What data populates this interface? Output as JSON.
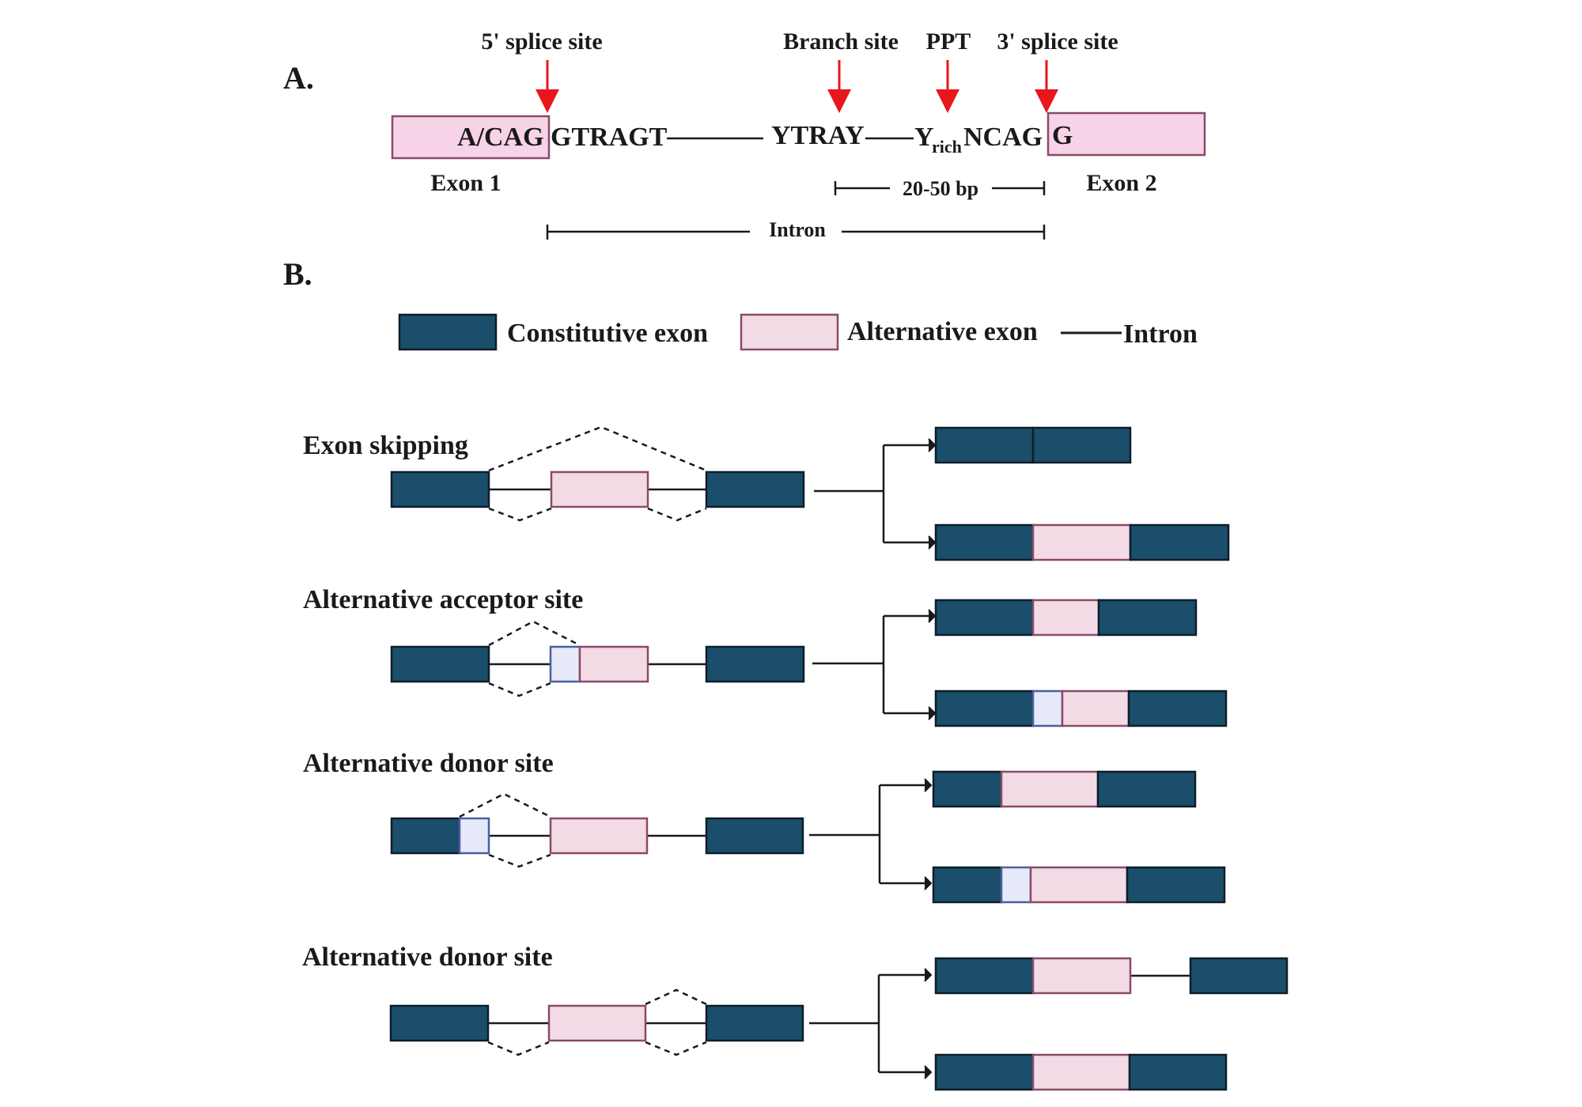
{
  "panelA": {
    "label": "A.",
    "site_labels": {
      "five_prime": "5' splice site",
      "branch": "Branch site",
      "ppt": "PPT",
      "three_prime": "3' splice site"
    },
    "seq": {
      "exon1_end": "A/CAG",
      "donor": "GTRAGT",
      "branch": "YTRAY",
      "y": "Y",
      "rich": "rich",
      "acceptor": "NCAG",
      "exon2_start": "G"
    },
    "exon1": "Exon 1",
    "exon2": "Exon 2",
    "distance": "20-50 bp",
    "intron": "Intron"
  },
  "panelB": {
    "label": "B.",
    "legend": {
      "constitutive": "Constitutive exon",
      "alternative": "Alternative exon",
      "intron": "Intron"
    },
    "events": [
      "Exon skipping",
      "Alternative acceptor site",
      "Alternative donor site",
      "Alternative donor site"
    ]
  },
  "colors": {
    "constitutive": "#1a4e6a",
    "alternative": "#f3dbe6",
    "alternative_border": "#8a4a68",
    "alt_site": "#e6e9f8",
    "alt_site_border": "#4a5fa0",
    "exonA": "#f7d3e7",
    "arrow": "#e8161b"
  }
}
